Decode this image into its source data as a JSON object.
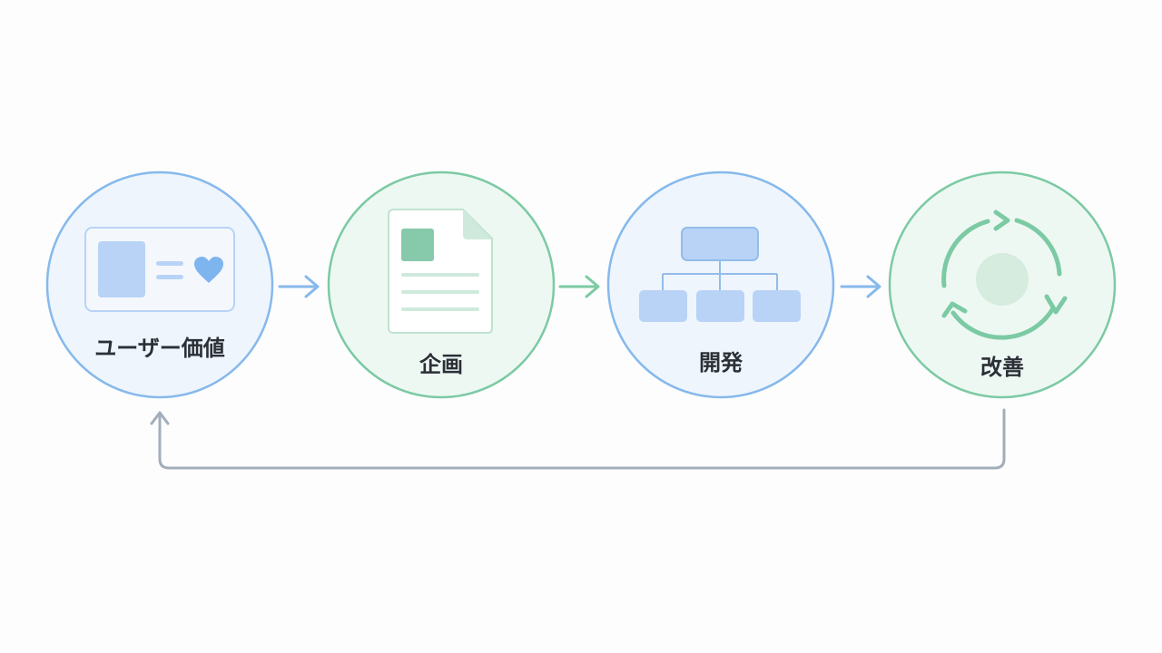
{
  "nodes": [
    {
      "id": "user-value",
      "label": "ユーザー価値",
      "icon": "user-value-card-icon"
    },
    {
      "id": "planning",
      "label": "企画",
      "icon": "document-icon"
    },
    {
      "id": "development",
      "label": "開発",
      "icon": "hierarchy-icon"
    },
    {
      "id": "improvement",
      "label": "改善",
      "icon": "cycle-icon"
    }
  ],
  "colors": {
    "blue_stroke": "#86b9ec",
    "green_stroke": "#7ccaa4",
    "blue_fill": "#eef5fd",
    "green_fill": "#eef8f3",
    "blue_shape": "#b8d3f6",
    "blue_shape_stroke": "#93bde9",
    "green_shape": "#86c9ab",
    "green_light": "#cfeadc",
    "heart": "#7fb5ef",
    "feedback_line": "#a3aeba",
    "label": "#2b2f36"
  }
}
